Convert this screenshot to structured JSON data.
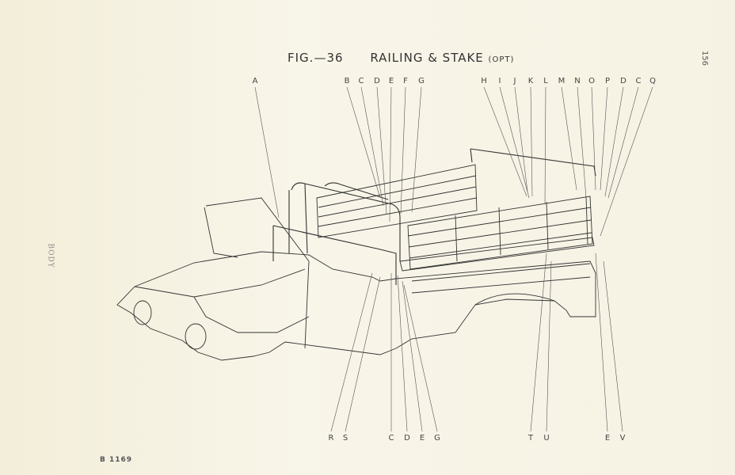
{
  "figure": {
    "number": "FIG.—36",
    "title": "RAILING & STAKE",
    "suffix": "(OPT)"
  },
  "page_number": "156",
  "section": "BODY",
  "plate_code": "B 1169",
  "callouts_top": [
    "A",
    "B",
    "C",
    "D",
    "E",
    "F",
    "G",
    "H",
    "I",
    "J",
    "K",
    "L",
    "M",
    "N",
    "O",
    "P",
    "D",
    "C",
    "Q"
  ],
  "callouts_bottom": [
    "R",
    "S",
    "C",
    "D",
    "E",
    "G",
    "T",
    "U",
    "E",
    "V"
  ]
}
